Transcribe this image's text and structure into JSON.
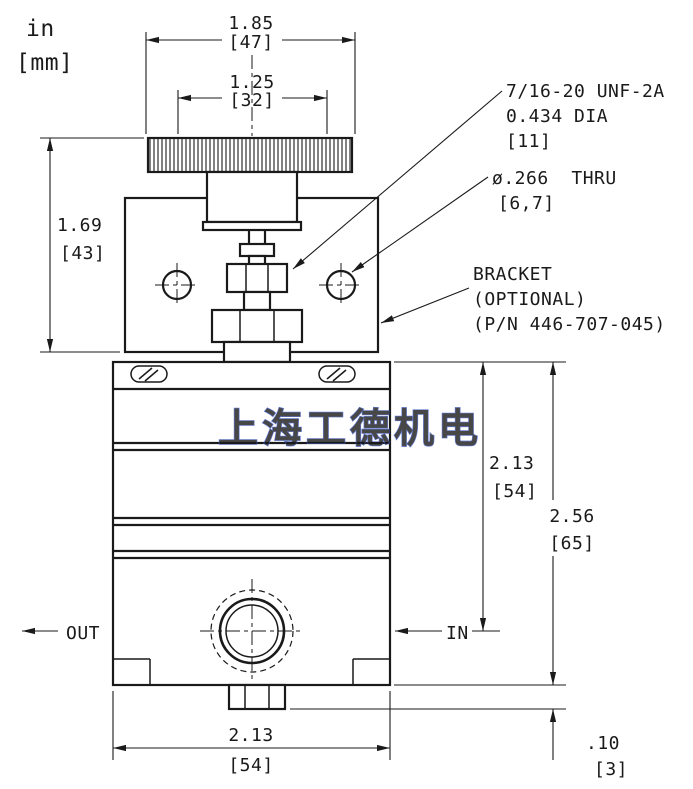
{
  "units": {
    "inches": "in",
    "millimeters": "[mm]"
  },
  "dims": {
    "knob_od": {
      "in": "1.85",
      "mm": "[47]"
    },
    "knob_base": {
      "in": "1.25",
      "mm": "[32]"
    },
    "upper_height": {
      "in": "1.69",
      "mm": "[43]"
    },
    "top_to_port": {
      "in": "2.13",
      "mm": "[54]"
    },
    "body_height": {
      "in": "2.56",
      "mm": "[65]"
    },
    "body_width": {
      "in": "2.13",
      "mm": "[54]"
    },
    "boss_protrusion": {
      "in": ".10",
      "mm": "[3]"
    }
  },
  "callouts": {
    "thread": {
      "l1": "7/16-20 UNF-2A",
      "l2": "0.434 DIA",
      "l3": "[11]"
    },
    "hole": {
      "l1": "ø.266  THRU",
      "l2": "[6,7]"
    },
    "bracket": {
      "l1": "BRACKET",
      "l2": "(OPTIONAL)",
      "l3": "(P/N 446-707-045)"
    }
  },
  "ports": {
    "out": "OUT",
    "in": "IN"
  },
  "watermark": {
    "text": "上海工德机电",
    "fill": "#98a0b4",
    "stroke": "#3f5bc8"
  },
  "colors": {
    "line": "#1a1a1a",
    "background": "#ffffff"
  }
}
